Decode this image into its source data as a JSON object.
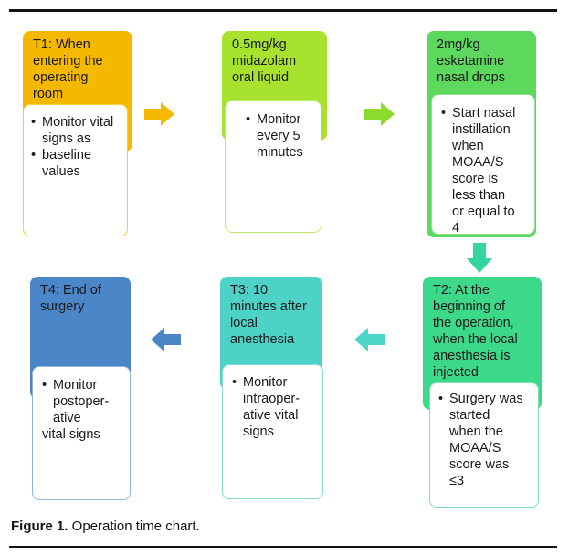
{
  "nodes": [
    {
      "id": "t1",
      "header": [
        "T1: When",
        "entering the",
        "operating",
        "room"
      ],
      "bullets": [
        {
          "lines": [
            "Monitor vital",
            "signs as"
          ]
        },
        {
          "lines": [
            "baseline",
            "values"
          ]
        }
      ],
      "color": "#F5B800",
      "body_border": "#F5CC40"
    },
    {
      "id": "dose1",
      "header": [
        "0.5mg/kg",
        "midazolam",
        "oral liquid"
      ],
      "bullets": [
        {
          "lines": [
            "Monitor",
            "every 5",
            "minutes"
          ]
        }
      ],
      "color": "#A6E22E",
      "body_border": "#BDE86A"
    },
    {
      "id": "dose2",
      "header": [
        "2mg/kg",
        "esketamine",
        "nasal drops"
      ],
      "bullets": [
        {
          "lines": [
            "Start nasal",
            "instillation",
            "when",
            "MOAA/S",
            "score is",
            "less than",
            "or equal to",
            "4"
          ]
        }
      ],
      "color": "#5CD95C",
      "body_border": "#8CE08C"
    },
    {
      "id": "t2",
      "header": [
        "T2: At the",
        "beginning of",
        "the operation,",
        "when the local",
        "anesthesia is",
        "injected"
      ],
      "bullets": [
        {
          "lines": [
            "Surgery was",
            "started",
            "when the",
            "MOAA/S",
            "score was",
            "≤3"
          ]
        }
      ],
      "color": "#3DD98A",
      "body_border": "#7EE0AE"
    },
    {
      "id": "t3",
      "header": [
        "T3: 10",
        "minutes after",
        "local",
        "anesthesia"
      ],
      "bullets": [
        {
          "lines": [
            "Monitor",
            "intraoper-",
            "ative vital",
            "signs"
          ]
        }
      ],
      "color": "#4DD2C8",
      "body_border": "#86DDD6"
    },
    {
      "id": "t4",
      "header": [
        "T4: End of",
        "surgery"
      ],
      "bullets": [
        {
          "lines": [
            "Monitor",
            "postoper-",
            "ative"
          ]
        },
        {
          "lines": [
            "vital signs"
          ],
          "continuation": true
        }
      ],
      "color": "#4A86C8",
      "body_border": "#93B6DC"
    }
  ],
  "arrow_colors": {
    "a1": "#F5B800",
    "a2": "#8DDA2E",
    "a3": "#33D6A0",
    "a4": "#4DD6C8",
    "a5": "#4A86C8"
  },
  "caption": {
    "label": "Figure 1.",
    "text": " Operation time chart."
  }
}
